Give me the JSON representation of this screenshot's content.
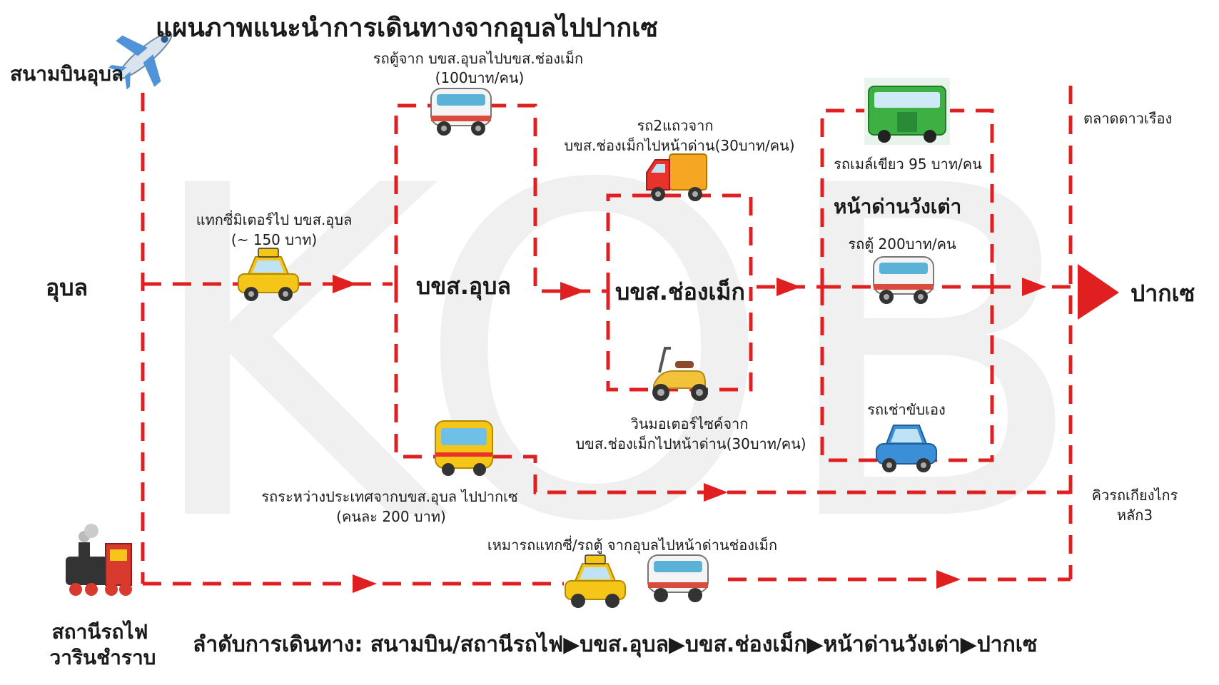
{
  "title": "แผนภาพแนะนำการเดินทางจากอุบลไปปากเซ",
  "watermark": "KOB",
  "nodes": {
    "airport": "สนามบินอุบล",
    "ubon": "อุบล",
    "bus_ubon": "บขส.อุบล",
    "bus_chongmek": "บขส.ช่องเม็ก",
    "wangtao": "หน้าด่านวังเต่า",
    "pakse": "ปากเซ",
    "train_line1": "สถานีรถไฟ",
    "train_line2": "วารินชำราบ"
  },
  "labels": {
    "van_line1": "รถตู้จาก บขส.อุบลไปบขส.ช่องเม็ก",
    "van_line2": "(100บาท/คน)",
    "taxi_line1": "แทกซี่มิเตอร์ไป บขส.อุบล",
    "taxi_line2": "(~ 150 บาท)",
    "songthaew_line1": "รถ2แถวจาก",
    "songthaew_line2": "บขส.ช่องเม็กไปหน้าด่าน(30บาท/คน)",
    "moto_line1": "วินมอเตอร์ไซค์จาก",
    "moto_line2": "บขส.ช่องเม็กไปหน้าด่าน(30บาท/คน)",
    "green_bus": "รถเมล์เขียว 95 บาท/คน",
    "wangtao_van": "รถตู้ 200บาท/คน",
    "rental_car": "รถเช่าขับเอง",
    "intl_bus_line1": "รถระหว่างประเทศจากบขส.อุบล ไปปากเซ",
    "intl_bus_line2": "(คนละ 200 บาท)",
    "charter": "เหมารถแทกซี่/รถตู้ จากอุบลไปหน้าด่านช่องเม็ก",
    "daoruang": "ตลาดดาวเรือง",
    "kiang_line1": "คิวรถเกียงไกร",
    "kiang_line2": "หลัก3"
  },
  "sequence": "ลำดับการเดินทาง: สนามบิน/สถานีรถไฟ▶บขส.อุบล▶บขส.ช่องเม็ก▶หน้าด่านวังเต่า▶ปากเซ",
  "icons": {
    "airplane": "airplane-icon",
    "taxi": "taxi-icon",
    "van": "van-icon",
    "truck": "songthaew-icon",
    "scooter": "scooter-icon",
    "bus": "bus-icon",
    "green_bus": "green-bus-icon",
    "car": "car-icon",
    "train": "train-icon"
  },
  "colors": {
    "route": "#e02020",
    "arrow": "#e02020",
    "text": "#1a1a1a",
    "green_bus": "#3cb043",
    "taxi": "#f5c518",
    "car": "#3a8fd6"
  }
}
